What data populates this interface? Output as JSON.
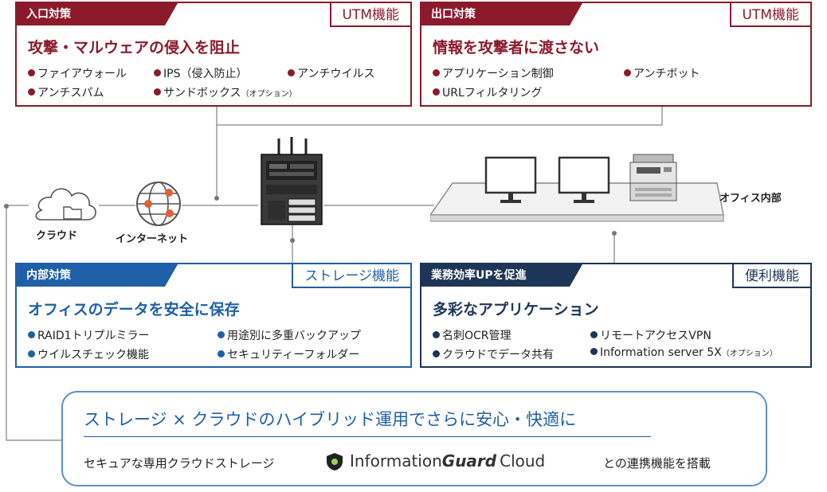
{
  "inbound": {
    "tab": "入口対策",
    "function": "UTM機能",
    "headline": "攻撃・マルウェアの侵入を阻止",
    "items": [
      "ファイアウォール",
      "IPS（侵入防止）",
      "アンチウイルス",
      "アンチスパム",
      "サンドボックス"
    ],
    "option_note": "（オプション）"
  },
  "outbound": {
    "tab": "出口対策",
    "function": "UTM機能",
    "headline": "情報を攻撃者に渡さない",
    "items": [
      "アプリケーション制御",
      "アンチボット",
      "URLフィルタリング"
    ]
  },
  "network": {
    "cloud_label": "クラウド",
    "internet_label": "インターネット",
    "office_label": "オフィス内部"
  },
  "internal": {
    "tab": "内部対策",
    "function": "ストレージ機能",
    "headline": "オフィスのデータを安全に保存",
    "items": [
      "RAID1トリプルミラー",
      "用途別に多重バックアップ",
      "ウイルスチェック機能",
      "セキュリティーフォルダー"
    ]
  },
  "efficiency": {
    "tab": "業務効率UPを促進",
    "function": "便利機能",
    "headline": "多彩なアプリケーション",
    "items": [
      "名刺OCR管理",
      "リモートアクセスVPN",
      "クラウドでデータ共有",
      "Information server 5X"
    ],
    "option_note": "（オプション）"
  },
  "hybrid": {
    "headline": "ストレージ × クラウドのハイブリッド運用でさらに安心・快適に",
    "text_before": "セキュアな専用クラウドストレージ",
    "logo_word_1": "Information",
    "logo_word_2": "Guard",
    "logo_word_3": "Cloud",
    "text_after": "との連携機能を搭載"
  },
  "colors": {
    "red": "#8b1a2b",
    "blue": "#1f5fa8",
    "navy": "#1d3557",
    "orange": "#e0603a"
  }
}
